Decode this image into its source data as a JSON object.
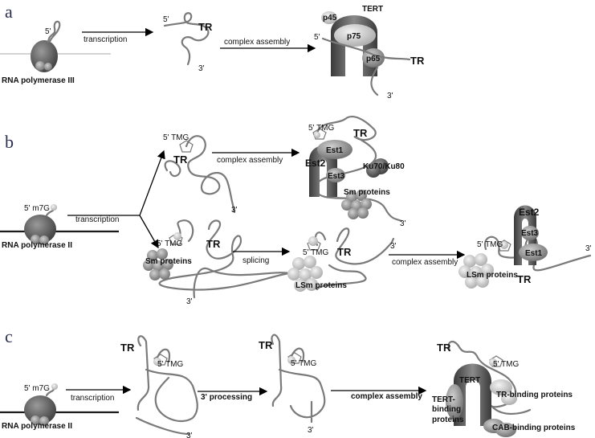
{
  "panels": [
    {
      "letter": "a",
      "polymerase": "RNA polymerase III",
      "five_prime": "5'",
      "step1": "transcription",
      "tr": "TR",
      "three_prime": "3'",
      "step2": "complex assembly",
      "proteins": [
        "TERT",
        "p45",
        "p75",
        "p65"
      ]
    },
    {
      "letter": "b",
      "cap": "5' m7G",
      "polymerase": "RNA polymerase II",
      "step1": "transcription",
      "tmg": "5' TMG",
      "tr": "TR",
      "three_prime": "3'",
      "step_upper": "complex assembly",
      "upper_proteins": [
        "Est1",
        "Est2",
        "Est3",
        "Ku70/Ku80",
        "Sm proteins"
      ],
      "sm": "Sm proteins",
      "step_splicing": "splicing",
      "lsm": "LSm proteins",
      "step_lower": "complex assembly",
      "lower_proteins": [
        "Est2",
        "Est3",
        "Est1"
      ]
    },
    {
      "letter": "c",
      "cap": "5' m7G",
      "polymerase": "RNA polymerase II",
      "step1": "transcription",
      "tr": "TR",
      "tmg": "5' TMG",
      "three_prime": "3'",
      "step2": "3' processing",
      "step3": "complex assembly",
      "proteins": [
        "TERT",
        "TERT-",
        "binding",
        "proteins",
        "TR-binding proteins",
        "CAB-binding proteins"
      ]
    }
  ],
  "colors": {
    "dark_protein": "#555555",
    "light_protein": "#bdbdbd",
    "rna": "#7a7a7a",
    "panel_letter": "#2a2f52"
  }
}
